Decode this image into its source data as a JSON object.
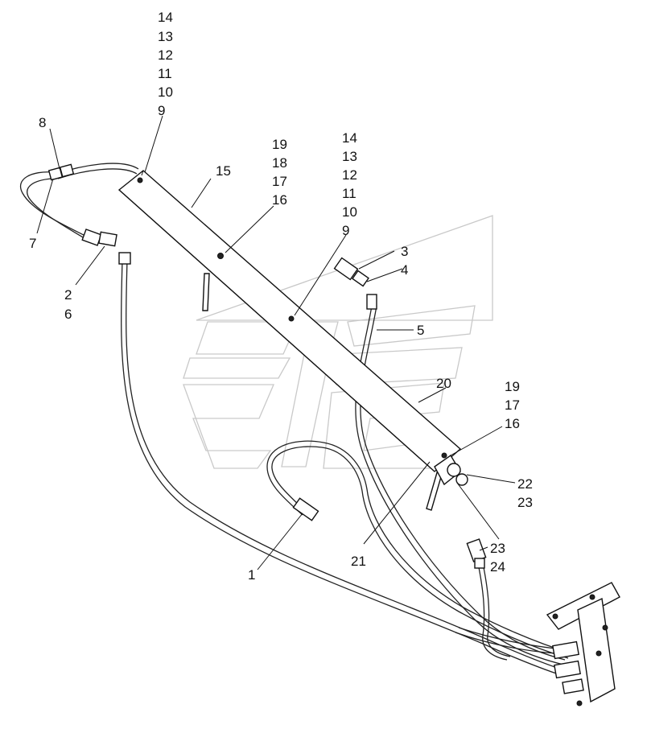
{
  "labels": {
    "callout_1": "1",
    "callout_2": "2",
    "callout_3": "3",
    "callout_4": "4",
    "callout_5": "5",
    "callout_6": "6",
    "callout_7": "7",
    "callout_8": "8",
    "callout_9a": "9",
    "callout_9b": "9",
    "callout_10a": "10",
    "callout_10b": "10",
    "callout_11a": "11",
    "callout_11b": "11",
    "callout_12a": "12",
    "callout_12b": "12",
    "callout_13a": "13",
    "callout_13b": "13",
    "callout_14a": "14",
    "callout_14b": "14",
    "callout_15": "15",
    "callout_16a": "16",
    "callout_16b": "16",
    "callout_17a": "17",
    "callout_17b": "17",
    "callout_18": "18",
    "callout_19a": "19",
    "callout_19b": "19",
    "callout_20": "20",
    "callout_21": "21",
    "callout_22": "22",
    "callout_23a": "23",
    "callout_23b": "23",
    "callout_24": "24"
  }
}
